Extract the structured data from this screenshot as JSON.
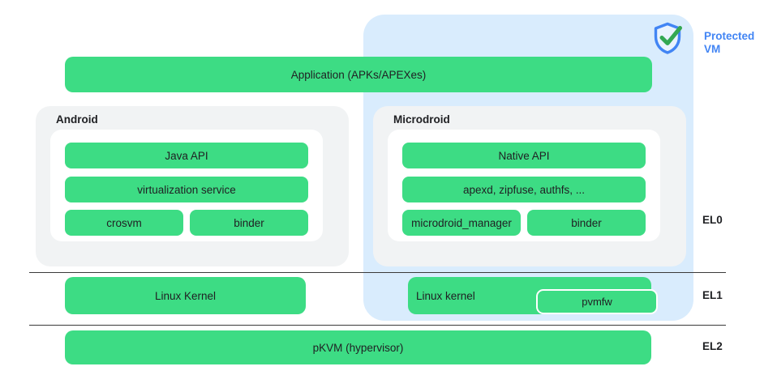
{
  "palette": {
    "green": "#3ddc84",
    "protected_bg": "#d9ecfd",
    "panel_gray": "#f1f3f4",
    "text": "#202124",
    "accent_blue": "#4285f4",
    "check_green": "#34a853",
    "line": "#3a3a3a"
  },
  "protected_vm": {
    "icon": "shield-check-icon",
    "line1": "Protected",
    "line2": "VM"
  },
  "application": {
    "label": "Application (APKs/APEXes)"
  },
  "android": {
    "title": "Android",
    "bars": [
      "Java API",
      "virtualization service",
      "crosvm",
      "binder"
    ]
  },
  "microdroid": {
    "title": "Microdroid",
    "bars": [
      "Native API",
      "apexd, zipfuse, authfs, ...",
      "microdroid_manager",
      "binder"
    ]
  },
  "exception_levels": [
    "EL0",
    "EL1",
    "EL2"
  ],
  "el1_row": {
    "linux_kernel_android": "Linux Kernel",
    "linux_kernel_microdroid": "Linux kernel",
    "pvmfw": "pvmfw"
  },
  "el2_row": {
    "pkvm": "pKVM (hypervisor)"
  }
}
